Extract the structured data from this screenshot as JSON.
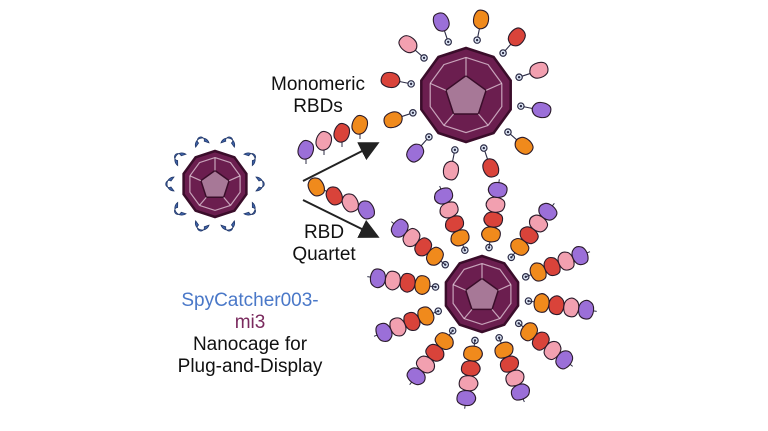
{
  "labels": {
    "monomeric_line1": "Monomeric",
    "monomeric_line2": "RBDs",
    "quartet_line1": "RBD",
    "quartet_line2": "Quartet",
    "caption_line1": "SpyCatcher003-",
    "caption_line2": "mi3",
    "caption_line3": "Nanocage for",
    "caption_line4": "Plug-and-Display"
  },
  "colors": {
    "cage": "#6b1e4f",
    "cage_inner": "#a77897",
    "catcher": "#3f63a8",
    "linker": "#2c2c46",
    "rbd_purple": "#9b6fd8",
    "rbd_pink": "#f2a0b0",
    "rbd_red": "#d9433a",
    "rbd_orange": "#f08a1c",
    "caption_blue": "#4a78c8",
    "caption_purple": "#7a2a5e"
  }
}
